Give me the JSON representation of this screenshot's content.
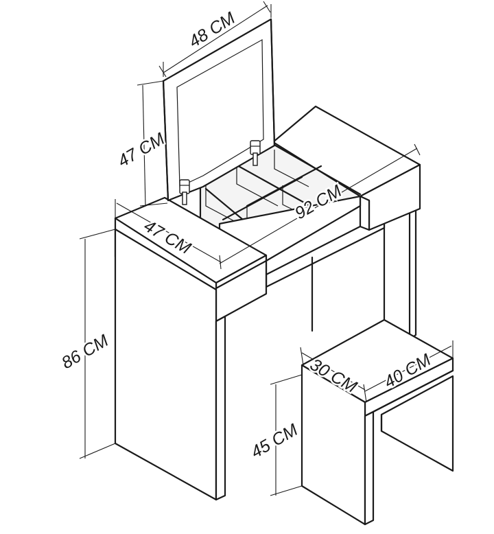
{
  "dimensions": {
    "mirror_width": "48 CM",
    "mirror_height": "47 CM",
    "table_depth": "47 CM",
    "table_width": "92 CM",
    "table_height": "86 CM",
    "stool_depth": "30 CM",
    "stool_width": "40 CM",
    "stool_height": "45 CM"
  }
}
